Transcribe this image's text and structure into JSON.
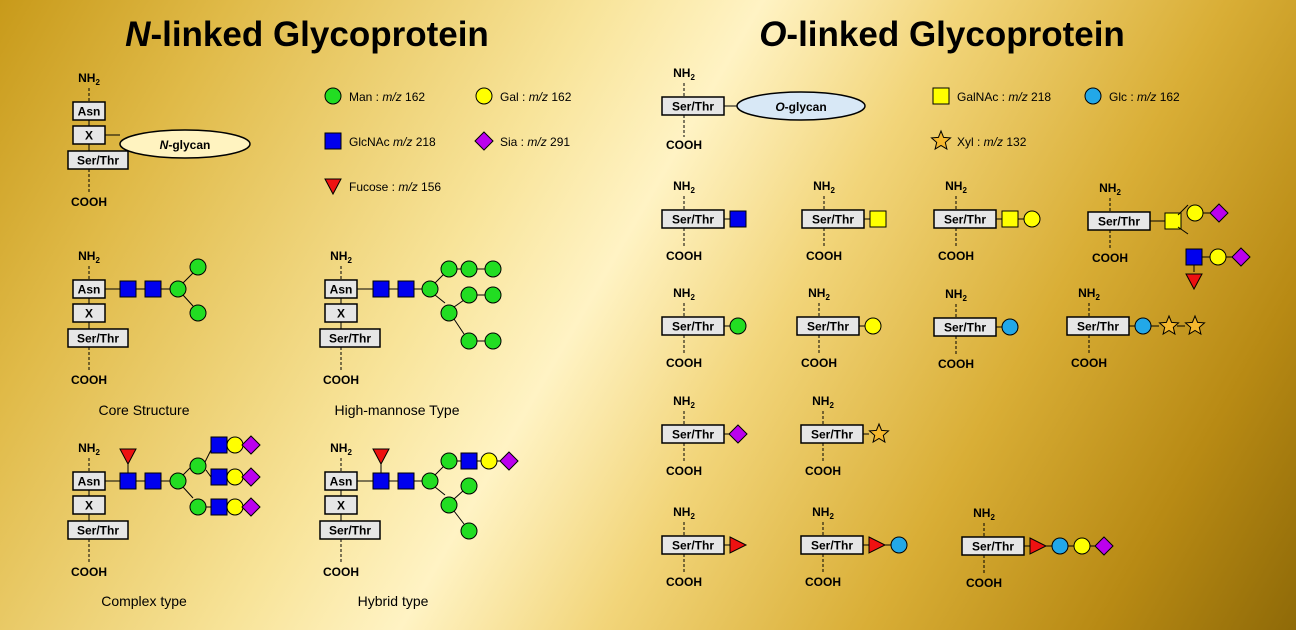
{
  "titles": {
    "n": {
      "prefix": "N",
      "rest": "-linked Glycoprotein"
    },
    "o": {
      "prefix": "O",
      "rest": "-linked Glycoprotein"
    }
  },
  "peptide": {
    "nh2": "NH",
    "nh2_sub": "2",
    "cooh": "COOH",
    "asn": "Asn",
    "x": "X",
    "serthr": "Ser/Thr",
    "n_glycan": {
      "prefix": "N",
      "rest": "-glycan"
    },
    "o_glycan": {
      "prefix": "O",
      "rest": "-glycan"
    }
  },
  "legend": {
    "n": [
      {
        "symbol": "circle",
        "color": "#22dd22",
        "name": "Man :",
        "mz": "162"
      },
      {
        "symbol": "circle",
        "color": "#ffff00",
        "name": "Gal :",
        "mz": "162"
      },
      {
        "symbol": "square",
        "color": "#0000ee",
        "name": "GlcNAc",
        "mz": "218"
      },
      {
        "symbol": "diamond",
        "color": "#bb00ee",
        "name": "Sia :",
        "mz": "291"
      },
      {
        "symbol": "triangle",
        "color": "#ee1111",
        "name": "Fucose :",
        "mz": "156"
      }
    ],
    "o": [
      {
        "symbol": "square",
        "color": "#ffff00",
        "name": "GalNAc :",
        "mz": "218"
      },
      {
        "symbol": "circle",
        "color": "#22a8e8",
        "name": "Glc :",
        "mz": "162"
      },
      {
        "symbol": "star",
        "color": "#f5b82e",
        "name": "Xyl :",
        "mz": "132"
      }
    ],
    "mz_label": "m/z"
  },
  "captions": {
    "core": "Core Structure",
    "high_mannose": "High-mannose Type",
    "complex": "Complex type",
    "hybrid": "Hybrid type"
  },
  "colors": {
    "man": "#22dd22",
    "gal": "#ffff00",
    "glcnac": "#0000ee",
    "sia": "#bb00ee",
    "fucose": "#ee1111",
    "galnac": "#ffff00",
    "glc": "#22a8e8",
    "xyl": "#f5b82e",
    "box": "#e6e6e6",
    "glycan_fill": "#fff3c0",
    "oglycan_fill": "#d8e8f6"
  }
}
